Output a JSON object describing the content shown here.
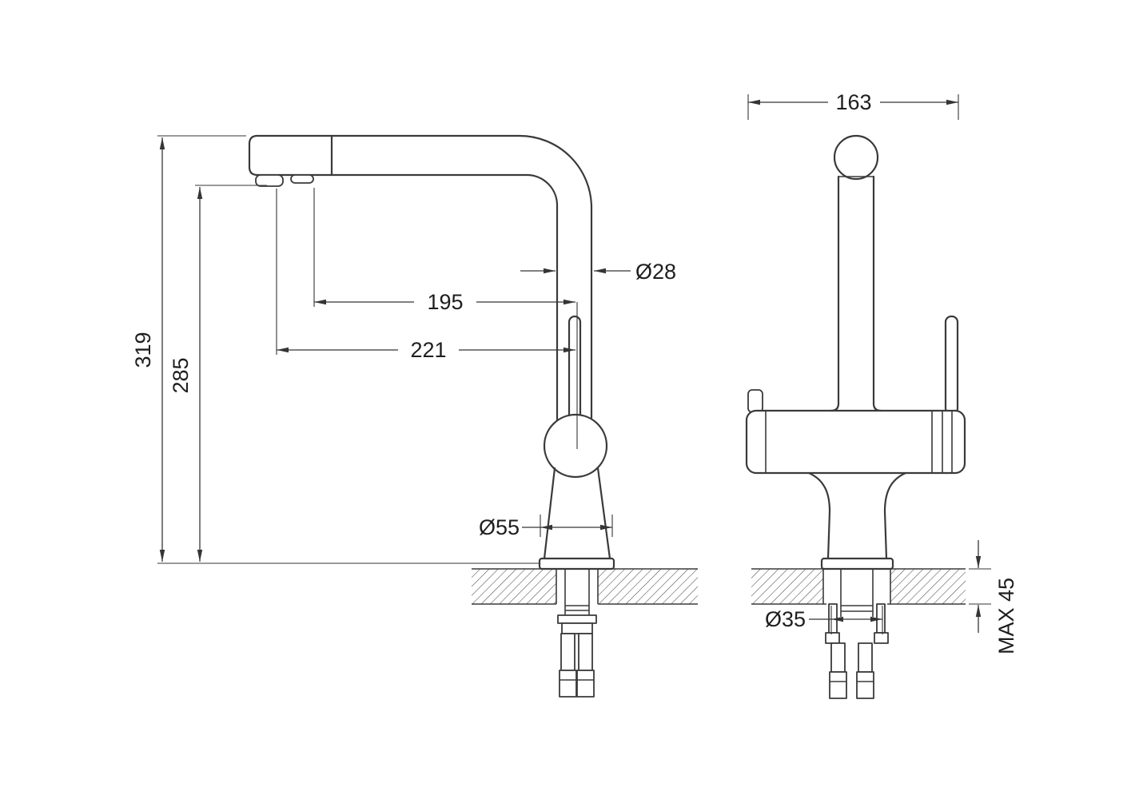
{
  "drawing": {
    "type": "faucet-dimension-diagram",
    "side_view": {
      "total_height": "319",
      "spout_height": "285",
      "spout_reach_top": "195",
      "spout_reach_handle": "221",
      "pipe_diameter": "Ø28",
      "base_diameter": "Ø55"
    },
    "front_view": {
      "body_width": "163",
      "mount_hole_diameter": "Ø35",
      "max_counter_thickness": "MAX 45"
    }
  }
}
